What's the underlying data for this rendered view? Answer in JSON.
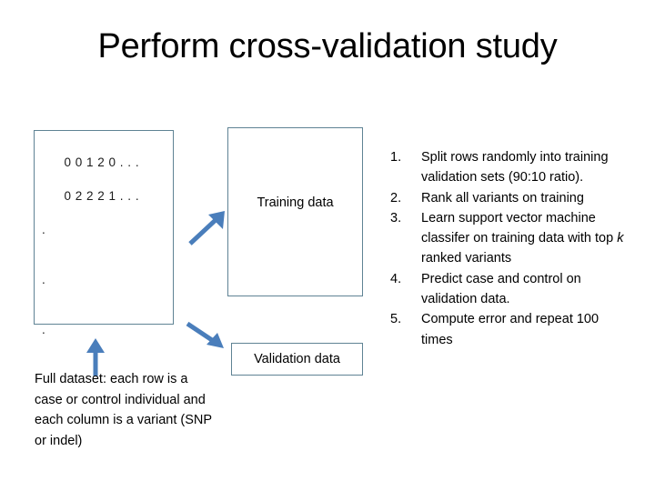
{
  "slide": {
    "title": "Perform cross-validation study",
    "background_color": "#ffffff",
    "box_border_color": "#5f8394",
    "arrow_color": "#4a7ebb"
  },
  "matrix": {
    "rows": [
      "0 0 1 2 0 . . .",
      "0 2 2 2 1 . . ."
    ],
    "ellipsis_dots": [
      ".",
      ".",
      "."
    ]
  },
  "training": {
    "label": "Training data"
  },
  "validation": {
    "label": "Validation data"
  },
  "caption": {
    "text": "Full dataset: each row is a case or control individual and each column is a variant (SNP or indel)"
  },
  "steps": [
    {
      "number": "1.",
      "text": "Split rows randomly into training validation sets (90:10 ratio)."
    },
    {
      "number": "2.",
      "text": "Rank all variants on training"
    },
    {
      "number": "3.",
      "text_before_italic": "Learn support vector machine classifer on training data with top ",
      "italic": "k",
      "text_after_italic": " ranked variants"
    },
    {
      "number": "4.",
      "text": "Predict case and control on validation data."
    },
    {
      "number": "5.",
      "text": "Compute error and repeat 100 times"
    }
  ],
  "arrows": {
    "full_dataset_up": "arrow-up",
    "to_training": "arrow-up-right",
    "to_validation": "arrow-down-right"
  }
}
